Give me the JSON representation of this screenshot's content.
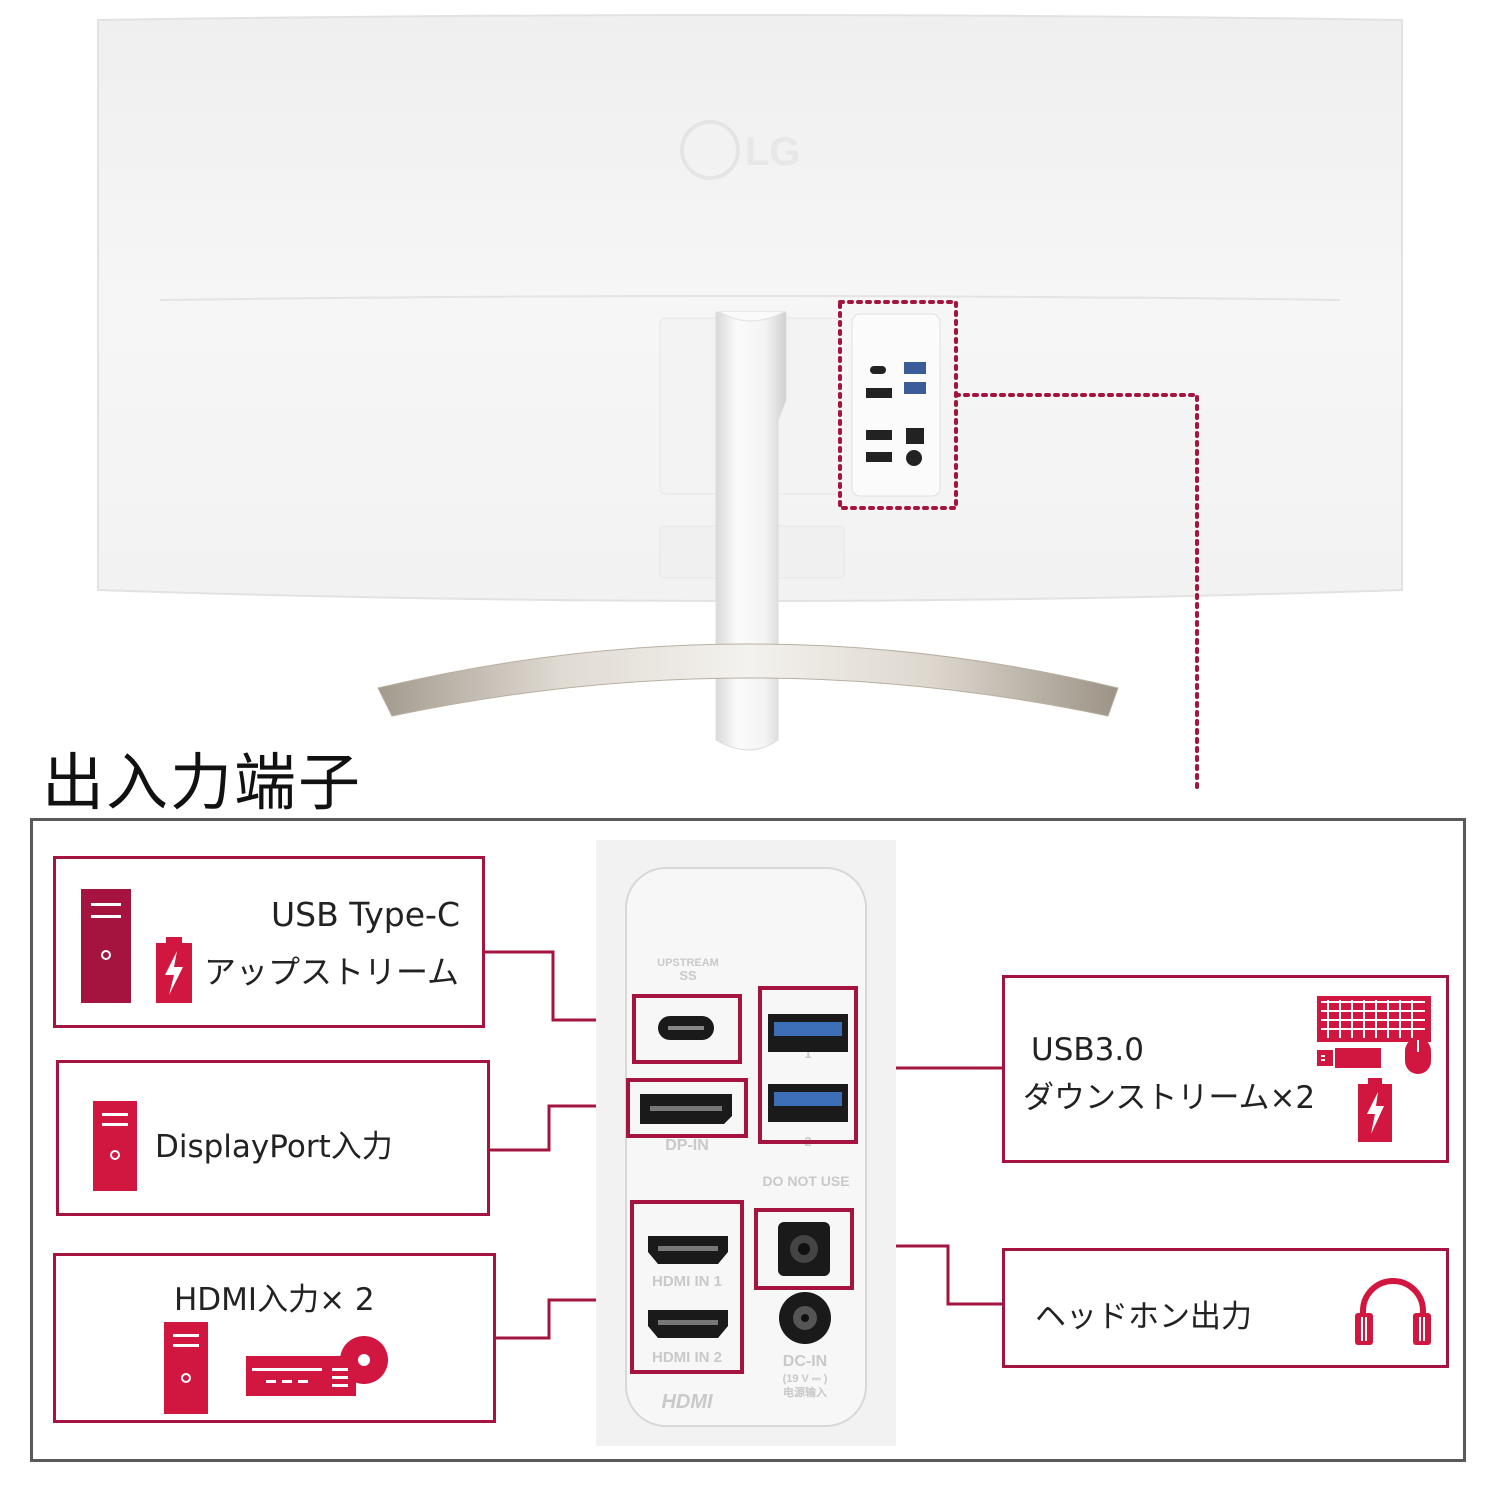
{
  "heading": "出入力端子",
  "brand": "LG",
  "colors": {
    "accent": "#a4143f",
    "frame": "#5a5a5a"
  },
  "ports": {
    "usb_c": {
      "line1": "USB Type-C",
      "line2": "アップストリーム",
      "icons": [
        "pc-tower-icon",
        "battery-charge-icon"
      ]
    },
    "displayport": {
      "label": "DisplayPort入力",
      "icons": [
        "pc-tower-icon"
      ]
    },
    "hdmi": {
      "label": "HDMI入力× 2",
      "icons": [
        "pc-tower-icon",
        "blu-ray-player-icon"
      ]
    },
    "usb3": {
      "line1": "USB3.0",
      "line2": "ダウンストリーム×2",
      "icons": [
        "keyboard-icon",
        "usb-stick-icon",
        "mouse-icon",
        "battery-charge-icon"
      ]
    },
    "headphone": {
      "label": "ヘッドホン出力",
      "icons": [
        "headphones-icon"
      ]
    }
  },
  "panel_print": {
    "upstream": "UPSTREAM",
    "ss": "SS",
    "usb_num_1": "1",
    "usb_num_2": "2",
    "dp_in": "DP-IN",
    "do_not_use": "DO NOT USE",
    "hdmi_in_1": "HDMI IN 1",
    "hdmi_in_2": "HDMI IN 2",
    "dc_in": "DC-IN",
    "dc_spec": "(19 V ⎓ )",
    "dc_jp": "电源输入",
    "hdmi_logo": "HDMI"
  }
}
